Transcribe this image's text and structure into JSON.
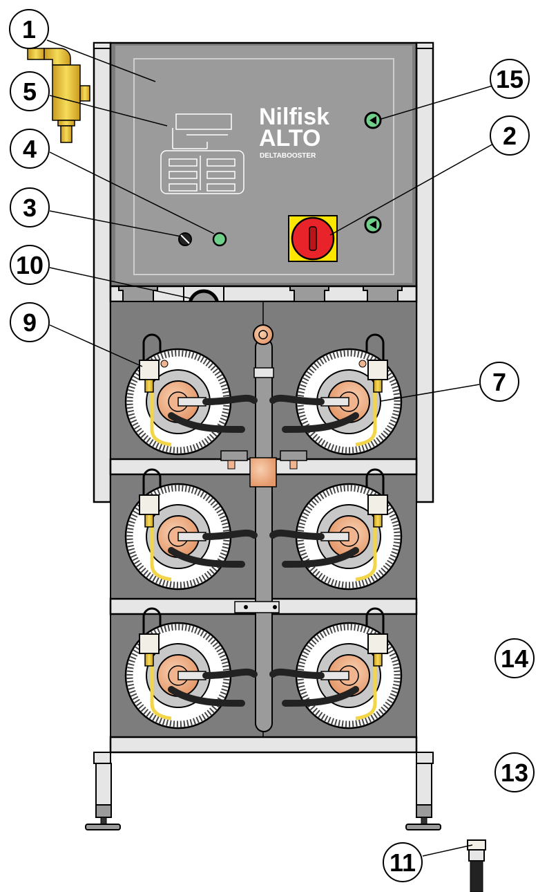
{
  "brand": {
    "line1": "Nilfisk",
    "line2": "ALTO",
    "line3": "DELTABOOSTER"
  },
  "callouts": {
    "c1": "1",
    "c2": "2",
    "c3": "3",
    "c4": "4",
    "c5": "5",
    "c7": "7",
    "c9": "9",
    "c10": "10",
    "c11": "11",
    "c13": "13",
    "c14": "14",
    "c15": "15"
  },
  "colors": {
    "frame": "#e6e6e6",
    "panel": "#9b9b9b",
    "cabinet": "#7d7d7d",
    "copper": "#f0b48e",
    "brass": "#f2d548",
    "switch_red": "#e8242a",
    "switch_yellow": "#ffe600",
    "lamp_green": "#6fd08a"
  },
  "icons": {
    "main_switch": "rotary-switch-icon",
    "lamp": "indicator-lamp-icon",
    "fuse": "fuse-knob-icon",
    "gland": "cable-gland-icon",
    "valve": "safety-valve-icon",
    "hose": "hose-icon"
  }
}
